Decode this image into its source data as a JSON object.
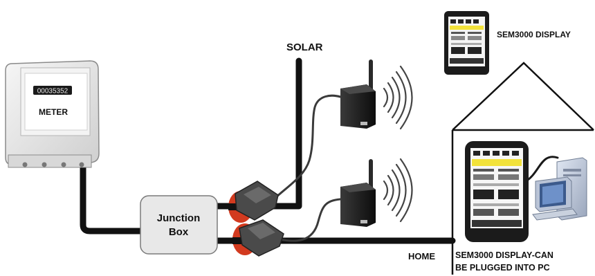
{
  "labels": {
    "meter_reading": "00035352",
    "meter": "METER",
    "junction_box_line1": "Junction",
    "junction_box_line2": "Box",
    "solar": "SOLAR",
    "home": "HOME",
    "display_top": "SEM3000 DISPLAY",
    "display_pc_line1": "SEM3000 DISPLAY-CAN",
    "display_pc_line2": "BE PLUGGED INTO PC"
  },
  "colors": {
    "cable": "#111111",
    "clamp_ring": "#d23a1f",
    "clamp_body": "#4a4a4a",
    "transmitter": "#2b2b2b",
    "meter_body": "#e9e9e9",
    "junction_box": "#e8e8e8",
    "screen_header": "#f2e23a"
  }
}
